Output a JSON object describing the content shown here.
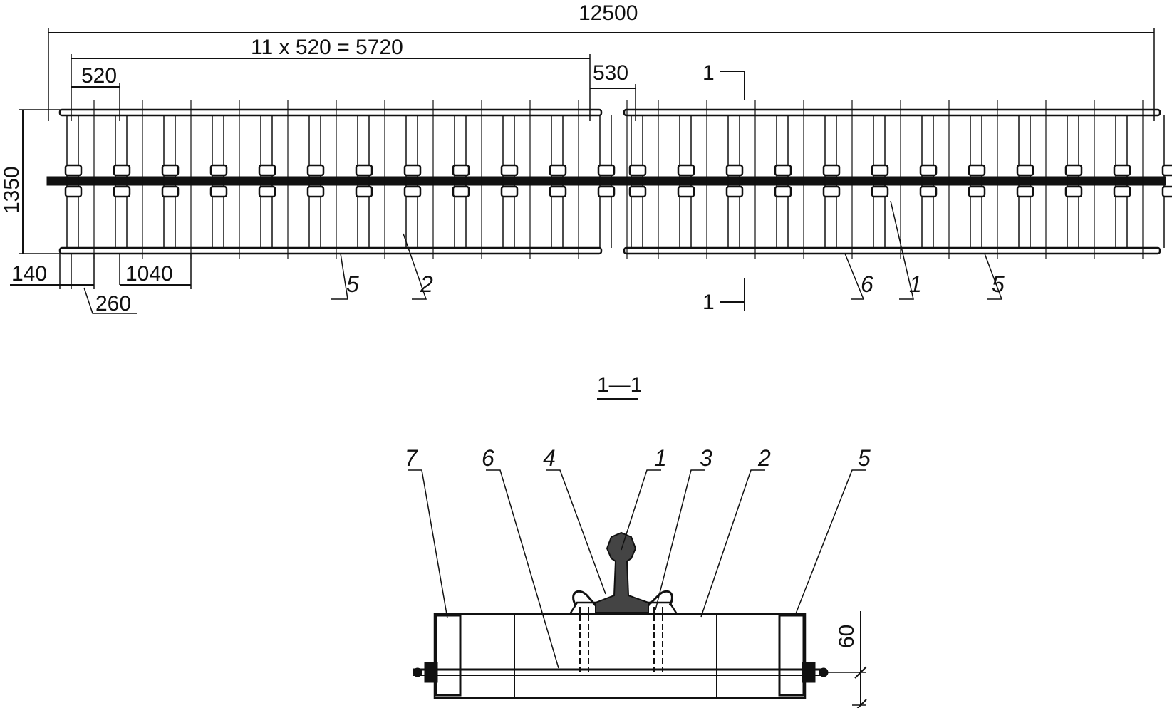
{
  "plan_view": {
    "dims": {
      "overall": "12500",
      "tie_group": "11 x 520 = 5720",
      "joint_gap": "530",
      "tie_spacing": "520",
      "double_spacing": "1040",
      "width": "1350",
      "end_offset": "140",
      "half_spacing": "260"
    },
    "section_marks": {
      "top": "1",
      "bottom": "1"
    },
    "callouts": [
      "5",
      "2",
      "6",
      "1",
      "5"
    ]
  },
  "section": {
    "title": "1—1",
    "height_dim": "60",
    "callouts": [
      "7",
      "6",
      "4",
      "1",
      "3",
      "2",
      "5"
    ]
  },
  "colors": {
    "ink": "#111111",
    "background": "#ffffff"
  }
}
